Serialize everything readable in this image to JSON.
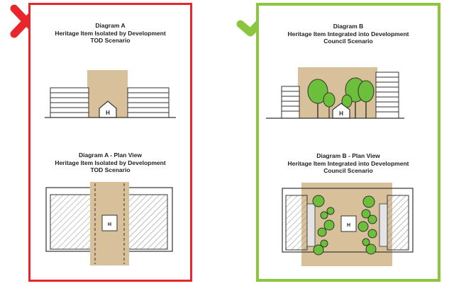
{
  "panel_a": {
    "elevation_caption": [
      "Diagram A",
      "Heritage Item Isolated by Development",
      "TOD Scenario"
    ],
    "plan_caption": [
      "Diagram A - Plan View",
      "Heritage Item Isolated by Development",
      "TOD Scenario"
    ],
    "elevation_label": "H",
    "plan_label": "H",
    "status": "cross-icon"
  },
  "panel_b": {
    "elevation_caption": [
      "Diagram B",
      "Heritage Item Integrated into Development",
      "Council Scenario"
    ],
    "plan_caption": [
      "Diagram B - Plan View",
      "Heritage Item Integrated into Development",
      "Council Scenario"
    ],
    "elevation_label": "H",
    "plan_label": "H",
    "status": "check-icon"
  },
  "colors": {
    "reject": "#e8262b",
    "accept": "#8cc63f",
    "sand": "#d8c19a",
    "tree": "#6cbf3a"
  }
}
